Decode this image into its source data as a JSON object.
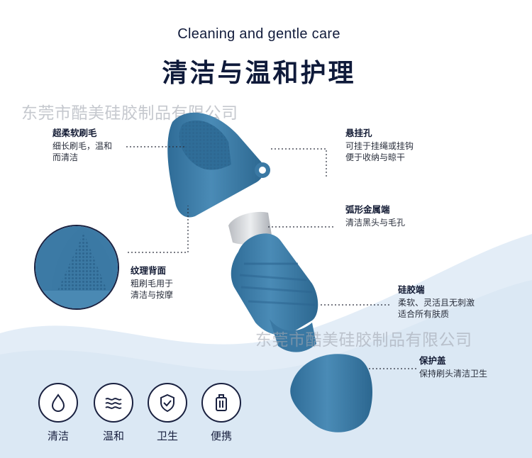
{
  "header": {
    "title_en": "Cleaning and gentle care",
    "title_cn": "清洁与温和护理"
  },
  "watermark": "东莞市酷美硅胶制品有限公司",
  "callouts": {
    "bristles": {
      "title": "超柔软刷毛",
      "lines": [
        "细长刷毛，温和",
        "而清洁"
      ]
    },
    "hang_hole": {
      "title": "悬挂孔",
      "lines": [
        "可挂于挂绳或挂钩",
        "便于收纳与晾干"
      ]
    },
    "metal_end": {
      "title": "弧形金属端",
      "lines": [
        "清洁黑头与毛孔"
      ]
    },
    "textured_back": {
      "title": "纹理背面",
      "lines": [
        "粗刷毛用于",
        "清洁与按摩"
      ]
    },
    "silicone_end": {
      "title": "硅胶端",
      "lines": [
        "柔软、灵活且无刺激",
        "适合所有肤质"
      ]
    },
    "cap": {
      "title": "保护盖",
      "lines": [
        "保持刷头清洁卫生"
      ]
    }
  },
  "features": [
    {
      "label": "清洁",
      "icon": "droplet-icon"
    },
    {
      "label": "温和",
      "icon": "waves-icon"
    },
    {
      "label": "卫生",
      "icon": "shield-check-icon"
    },
    {
      "label": "便携",
      "icon": "luggage-icon"
    }
  ],
  "colors": {
    "product_blue": "#3d7ba6",
    "product_dark": "#2d6690",
    "heading": "#0f1a3a",
    "background_wave": "#dbe7f3"
  }
}
